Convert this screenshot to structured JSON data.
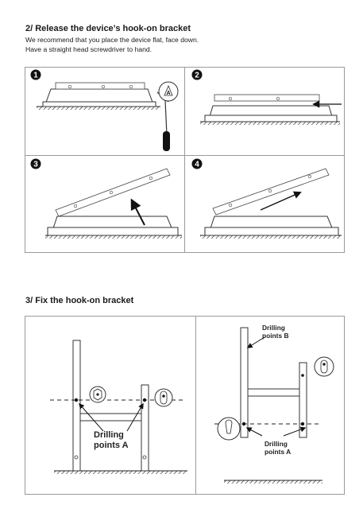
{
  "section_release": {
    "title": "2/ Release the device’s hook-on bracket",
    "line1": "We recommend that you place the device flat, face down.",
    "line2": "Have a straight head screwdriver to hand."
  },
  "steps": [
    {
      "number": "1"
    },
    {
      "number": "2"
    },
    {
      "number": "3"
    },
    {
      "number": "4"
    }
  ],
  "section_fix": {
    "title": "3/ Fix the hook-on bracket",
    "left_callout_line1": "Drilling",
    "left_callout_line2": "points A",
    "right_callout_b_line1": "Drilling",
    "right_callout_b_line2": "points B",
    "right_callout_a_line1": "Drilling",
    "right_callout_a_line2": "points A",
    "inset_glyph": "A"
  }
}
